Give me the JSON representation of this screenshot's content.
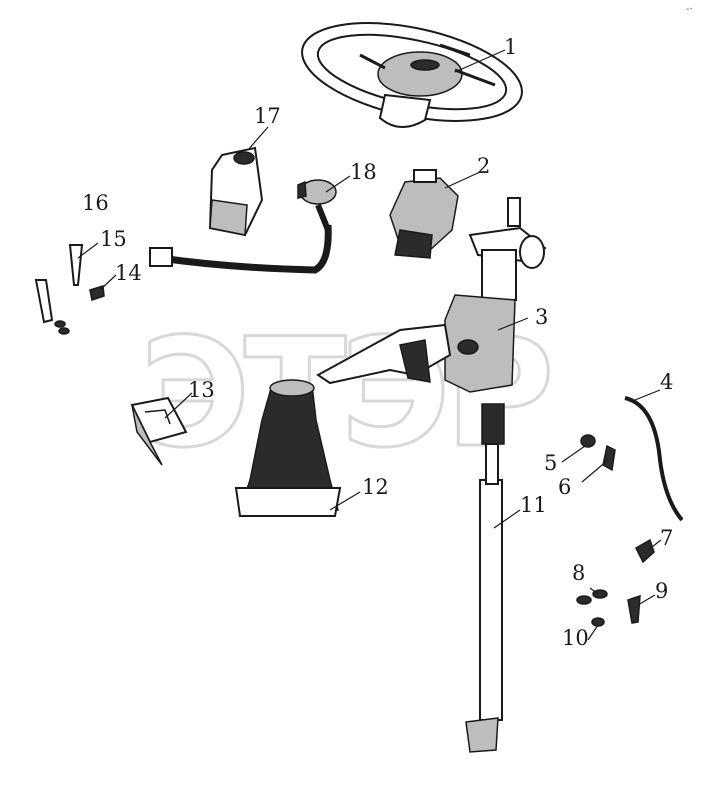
{
  "watermark": "ЭТЭР",
  "callouts": [
    "1",
    "2",
    "3",
    "4",
    "5",
    "6",
    "7",
    "8",
    "9",
    "10",
    "11",
    "12",
    "13",
    "14",
    "15",
    "16",
    "17",
    "18"
  ],
  "corner_mark": "-·"
}
